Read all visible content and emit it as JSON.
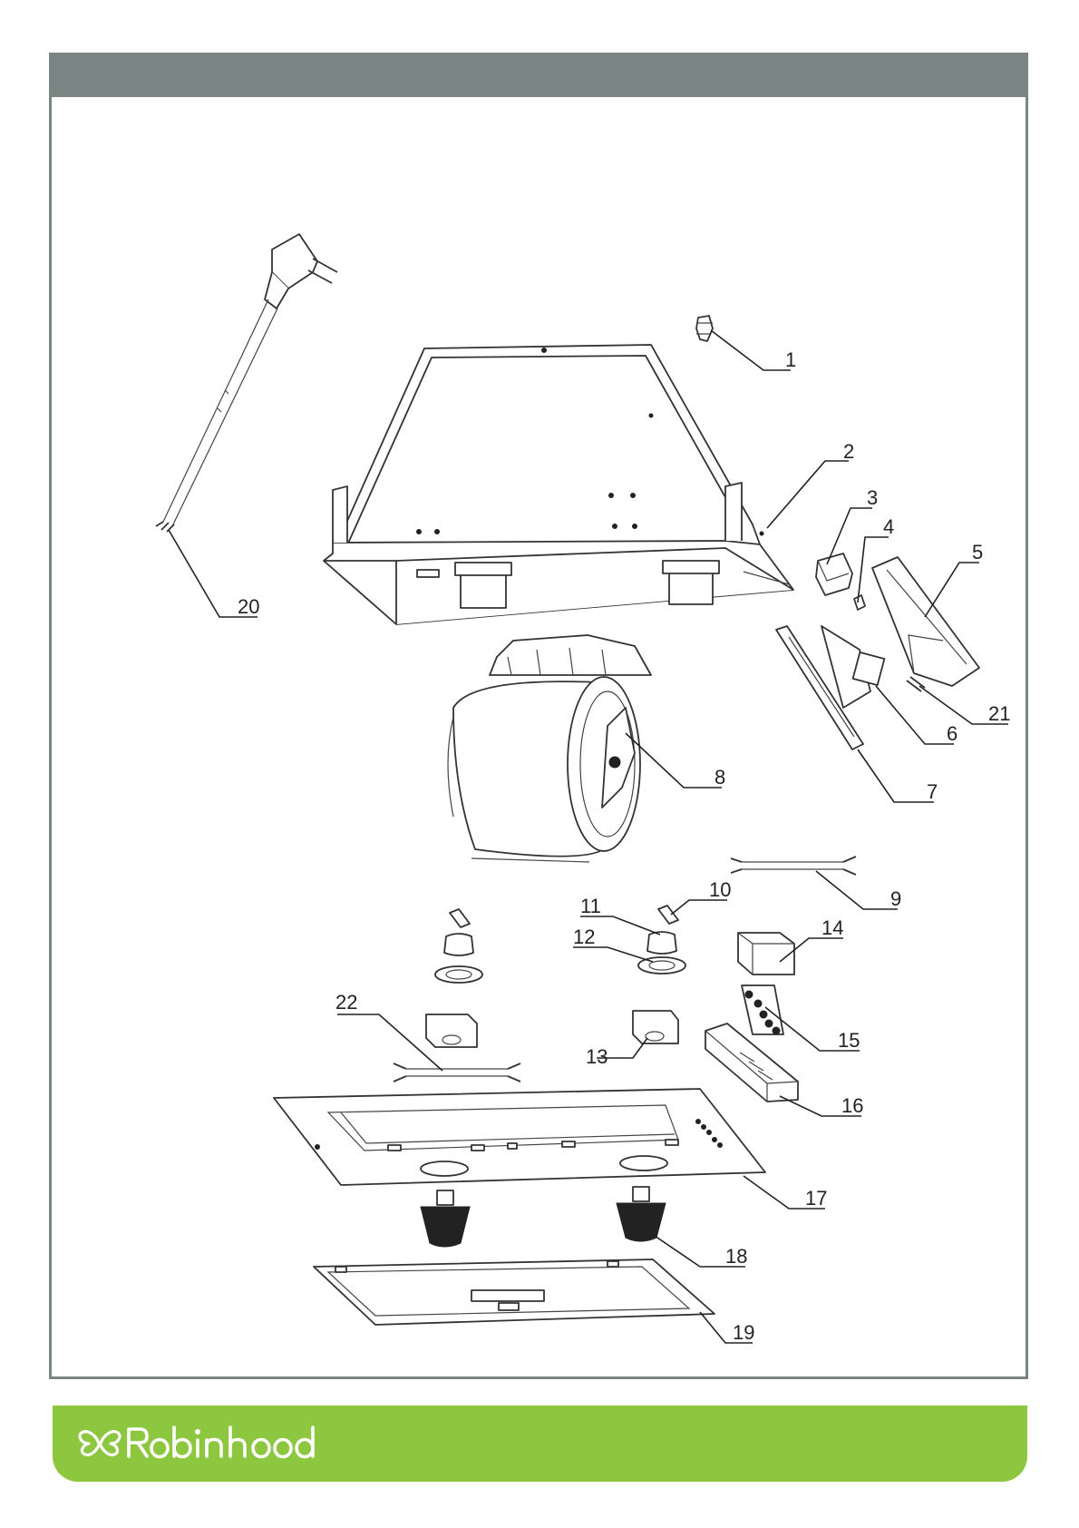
{
  "parts": {
    "p1": "1",
    "p2": "2",
    "p3": "3",
    "p4": "4",
    "p5": "5",
    "p6": "6",
    "p7": "7",
    "p8": "8",
    "p9": "9",
    "p10": "10",
    "p11": "11",
    "p12": "12",
    "p13": "13",
    "p14": "14",
    "p15": "15",
    "p16": "16",
    "p17": "17",
    "p18": "18",
    "p19": "19",
    "p20": "20",
    "p21": "21",
    "p22": "22"
  },
  "brand": {
    "name": "Robinhood",
    "icon": "butterfly-logo-icon",
    "color": "#8dc63f",
    "frame_color": "#7b8583"
  }
}
